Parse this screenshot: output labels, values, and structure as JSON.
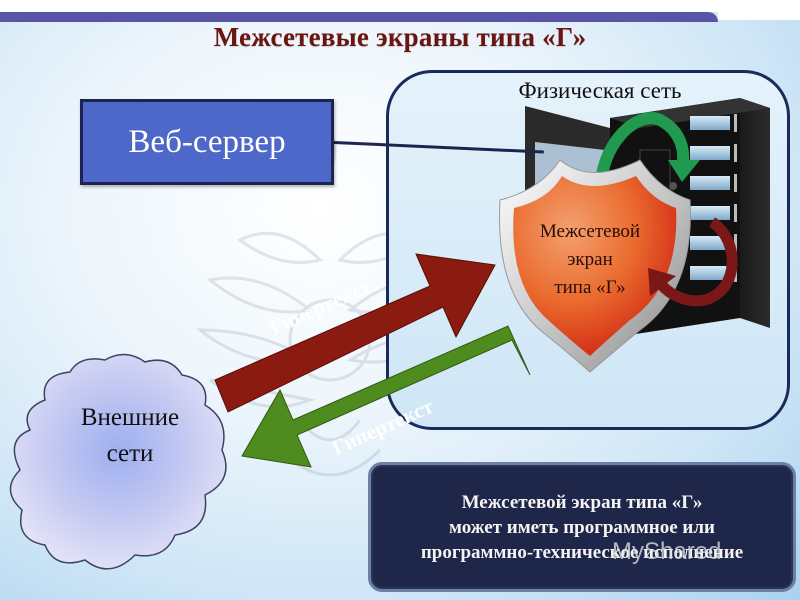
{
  "slide": {
    "title": "Межсетевые экраны типа «Г»",
    "colors": {
      "title": "#6b1410",
      "band": "#5a54a8",
      "web_server": "#4d68c9",
      "arrow_in": "#8b1a10",
      "arrow_out": "#4e8c20",
      "info_box": "#1e2649"
    }
  },
  "physical_network": {
    "label": "Физическая сеть"
  },
  "web_server": {
    "label": "Веб-сервер"
  },
  "firewall_shield": {
    "line1": "Межсетевой",
    "line2": "экран",
    "line3": "типа «Г»"
  },
  "arrows": [
    {
      "label": "Гипертекст",
      "direction": "to-firewall",
      "color": "#8b1a10"
    },
    {
      "label": "Гипертекст",
      "direction": "to-external",
      "color": "#4e8c20"
    }
  ],
  "external_networks": {
    "line1": "Внешние",
    "line2": "сети"
  },
  "info_box": {
    "line1": "Межсетевой экран типа «Г»",
    "line2": "может иметь программное или",
    "line3": "программно-техническое исполнение"
  },
  "watermark": {
    "text": "MyShared"
  }
}
